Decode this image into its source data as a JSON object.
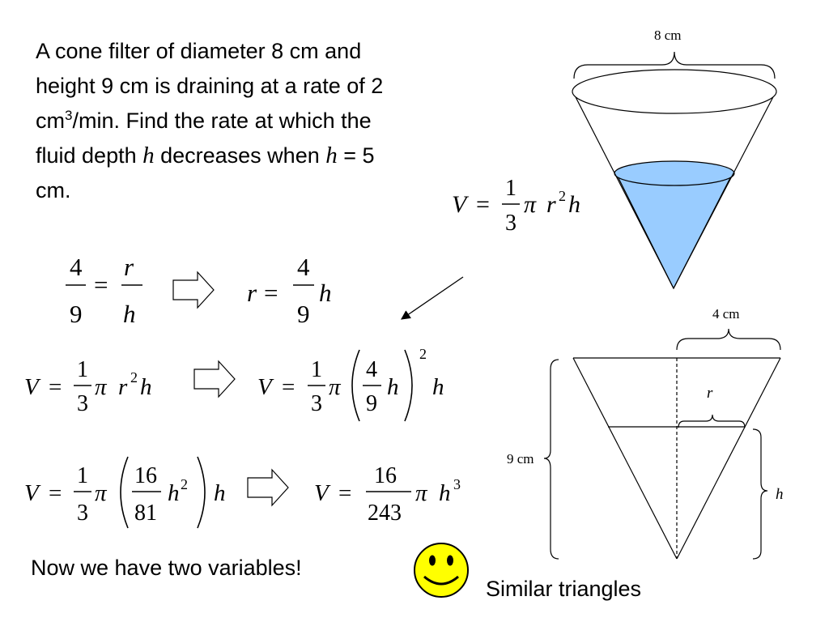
{
  "problem": {
    "line1": "A cone filter of diameter 8 cm and",
    "line2": "height 9 cm is draining at a rate of 2",
    "line3_a": "cm",
    "line3_sup": "3",
    "line3_b": "/min.  Find the rate at which the",
    "line4_a": "fluid depth ",
    "h1": "h",
    "line4_b": " decreases when ",
    "h2": "h",
    "line4_c": " = 5",
    "line5": "cm."
  },
  "labels": {
    "diameter": "8 cm",
    "radius": "4 cm",
    "height": "9 cm",
    "r": "r",
    "h": "h"
  },
  "notes": {
    "two_variables": "Now we have two variables!",
    "similar": "Similar triangles"
  },
  "colors": {
    "water_fill": "#99ccff",
    "smiley_face": "#ffff00"
  },
  "icons": {
    "smiley": "smiley-face-icon",
    "implies": "block-arrow-right-icon",
    "pointer": "diagonal-arrow-icon"
  },
  "eq": {
    "V": "V",
    "eq": "=",
    "one": "1",
    "three": "3",
    "pi": "π",
    "r": "r",
    "h": "h",
    "two": "2",
    "four": "4",
    "nine": "9",
    "sixteen": "16",
    "eightyone": "81",
    "twofortythree": "243",
    "cube": "3"
  }
}
